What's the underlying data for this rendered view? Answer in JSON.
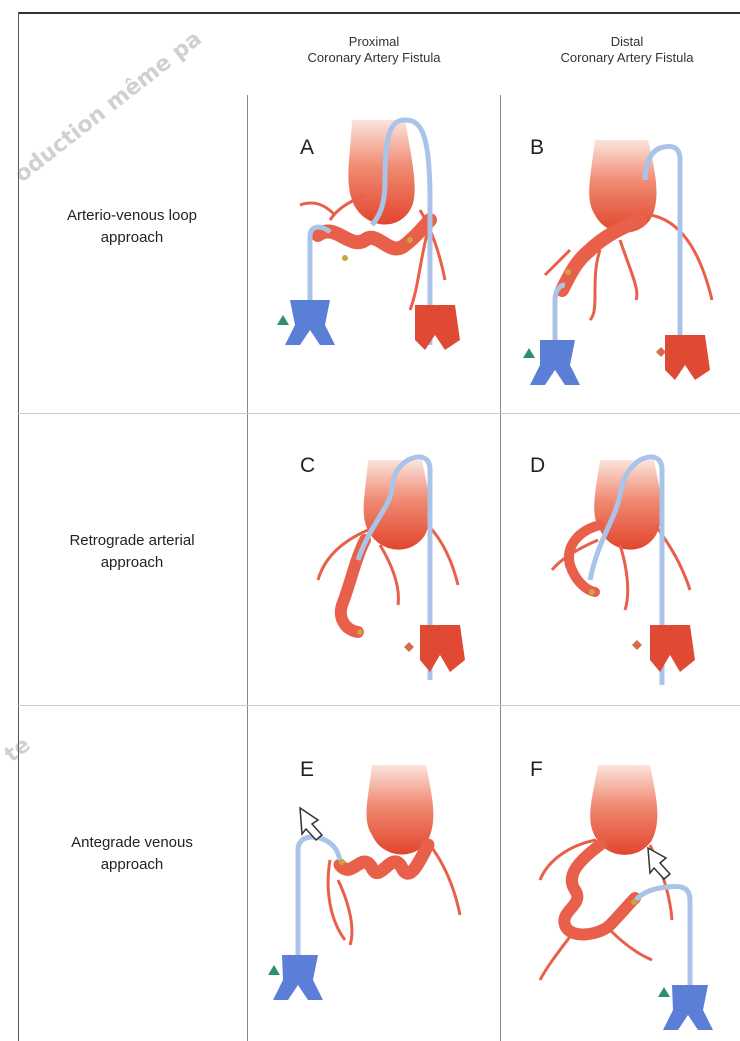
{
  "columns": [
    {
      "line1": "Proximal",
      "line2": "Coronary Artery Fistula"
    },
    {
      "line1": "Distal",
      "line2": "Coronary Artery Fistula"
    }
  ],
  "rows": [
    {
      "line1": "Arterio-venous loop",
      "line2": "approach"
    },
    {
      "line1": "Retrograde arterial",
      "line2": "approach"
    },
    {
      "line1": "Antegrade venous",
      "line2": "approach"
    }
  ],
  "panels": [
    "A",
    "B",
    "C",
    "D",
    "E",
    "F"
  ],
  "watermarks": {
    "top": "oduction même pa",
    "side": "te"
  },
  "colors": {
    "heart": "#e8553c",
    "heart_light": "#f6b4a2",
    "vessel": "#e9604a",
    "vein": "#5b7fd6",
    "catheter": "#a9c4e8",
    "marker_green": "#2f8f6a",
    "marker_red": "#d9694f",
    "coil": "#c8a640"
  }
}
